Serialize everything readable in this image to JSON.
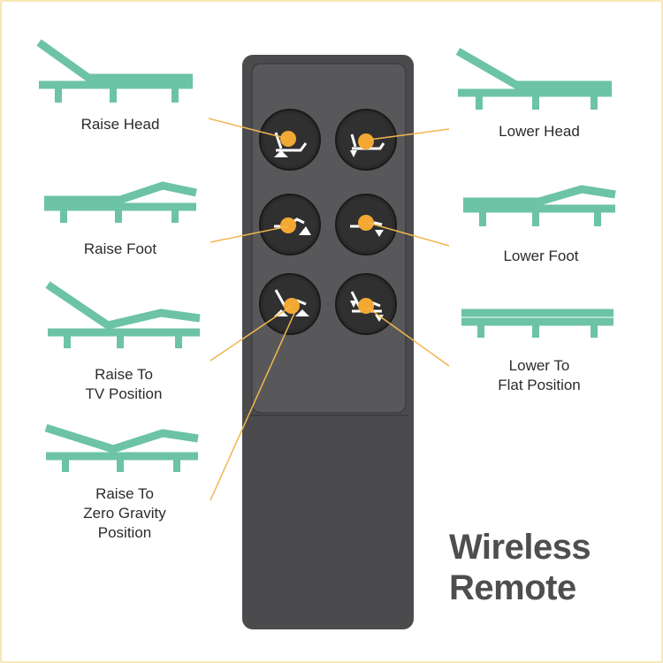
{
  "colors": {
    "bed": "#6cc3a6",
    "remote": "#4b4b4d",
    "remote_screen": "#58585a",
    "button": "#2b2b2c",
    "icon": "#ffffff",
    "accent": "#f2a833",
    "leader_line": "#f2b64e",
    "title": "#4e4e4e",
    "border": "#f6e7b4"
  },
  "buttons": [
    {
      "label_lines": [
        "Raise Head"
      ],
      "icon": "raise-head-icon"
    },
    {
      "label_lines": [
        "Lower Head"
      ],
      "icon": "lower-head-icon"
    },
    {
      "label_lines": [
        "Raise Foot"
      ],
      "icon": "raise-foot-icon"
    },
    {
      "label_lines": [
        "Lower Foot"
      ],
      "icon": "lower-foot-icon"
    },
    {
      "label_lines": [
        "Raise To",
        "TV Position"
      ],
      "icon": "tv-position-icon"
    },
    {
      "label_lines": [
        "Lower To",
        "Flat Position"
      ],
      "icon": "flat-position-icon"
    },
    {
      "label_lines": [
        "Raise To",
        "Zero Gravity",
        "Position"
      ],
      "icon": "zero-gravity-icon"
    }
  ],
  "title": {
    "line1": "Wireless",
    "line2": "Remote"
  }
}
